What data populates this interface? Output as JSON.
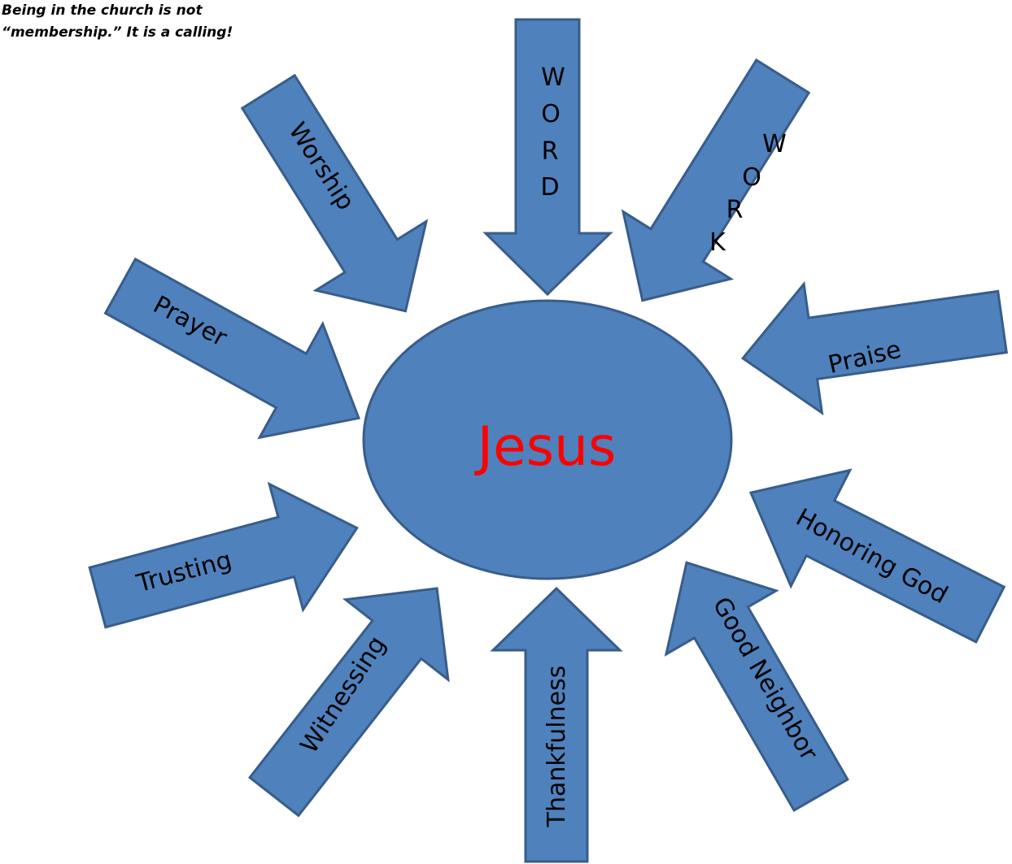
{
  "caption": "Being in the church is not\n“membership.” It is a calling!",
  "center": {
    "label": "Jesus",
    "label_color": "#FF0000",
    "fill": "#4F81BD",
    "stroke": "#385D8A"
  },
  "arrows": [
    {
      "id": "word",
      "label": "W O R D",
      "direction": "down"
    },
    {
      "id": "work",
      "label": "W O R K",
      "direction": "down-left"
    },
    {
      "id": "praise",
      "label": "Praise",
      "direction": "left"
    },
    {
      "id": "honoring-god",
      "label": "Honoring God",
      "direction": "left-up"
    },
    {
      "id": "good-neighbor",
      "label": "Good Neighbor",
      "direction": "up-left"
    },
    {
      "id": "thankfulness",
      "label": "Thankfulness",
      "direction": "up"
    },
    {
      "id": "witnessing",
      "label": "Witnessing",
      "direction": "up-right"
    },
    {
      "id": "trusting",
      "label": "Trusting",
      "direction": "right-up"
    },
    {
      "id": "prayer",
      "label": "Prayer",
      "direction": "right-down"
    },
    {
      "id": "worship",
      "label": "Worship",
      "direction": "down-right"
    }
  ],
  "colors": {
    "arrow_fill": "#4F81BD",
    "arrow_stroke": "#385D8A",
    "label_text": "#000000"
  }
}
